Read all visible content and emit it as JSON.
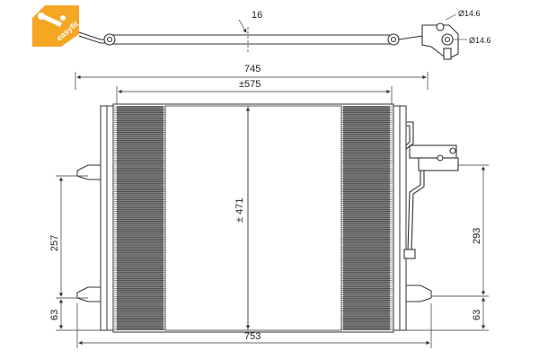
{
  "logo": {
    "text": "easyfit",
    "color": "#f5a623"
  },
  "dimensions": {
    "pipe_offset": "16",
    "port_top": "Ø14.6",
    "port_bottom": "Ø14.6",
    "overall_width_top": "745",
    "core_width": "±575",
    "core_height": "± 471",
    "left_mount_height": "257",
    "left_bottom_offset": "63",
    "right_mount_height": "293",
    "right_bottom_offset": "63",
    "overall_width_bottom": "753"
  },
  "colors": {
    "line": "#333333",
    "fin": "#555555",
    "fin_dark": "#1a1a1a",
    "background": "#ffffff"
  }
}
